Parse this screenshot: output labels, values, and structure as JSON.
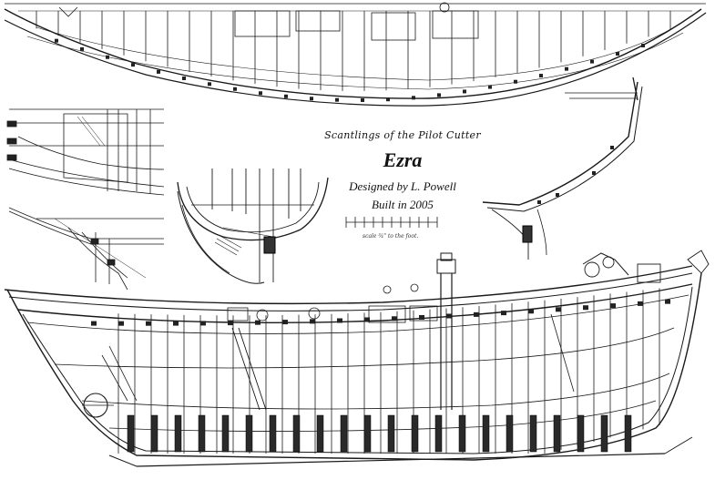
{
  "title": {
    "line1": "Scantlings of the Pilot Cutter",
    "vessel_name": "Ezra",
    "line3": "Designed by L. Powell",
    "line4": "Built in 2005"
  },
  "scale_caption": "scale ¾\" to the foot."
}
